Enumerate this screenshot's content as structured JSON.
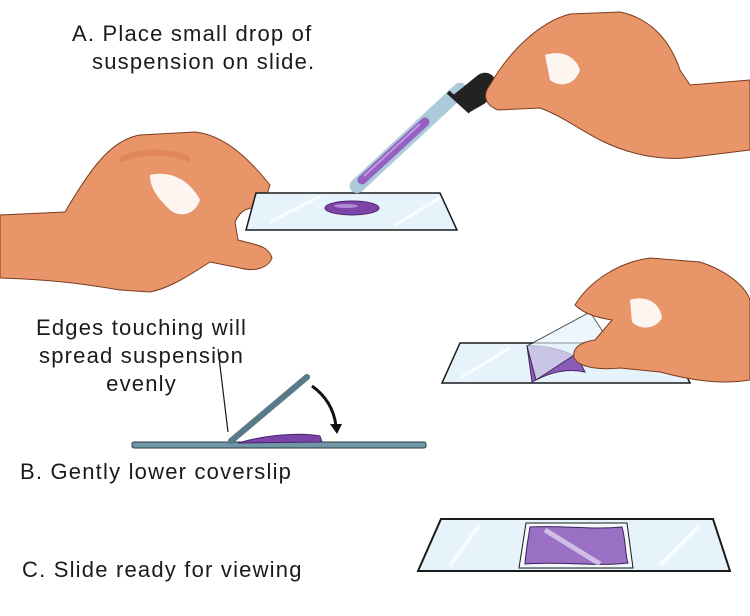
{
  "steps": {
    "a": {
      "line1": "A. Place small drop of",
      "line2": "suspension on slide."
    },
    "b": {
      "annotation": [
        "Edges touching will",
        "spread suspension",
        "evenly"
      ],
      "label": "B. Gently lower coverslip"
    },
    "c": {
      "label": "C. Slide ready for viewing"
    }
  },
  "colors": {
    "skin": "#e8956a",
    "skin_shadow": "#d9774e",
    "glass": "#e6f3fb",
    "glass_edge": "#1a1a1a",
    "suspension": "#8b5bb8",
    "side_slide": "#6f97a6",
    "dropper_bulb": "#222222"
  }
}
